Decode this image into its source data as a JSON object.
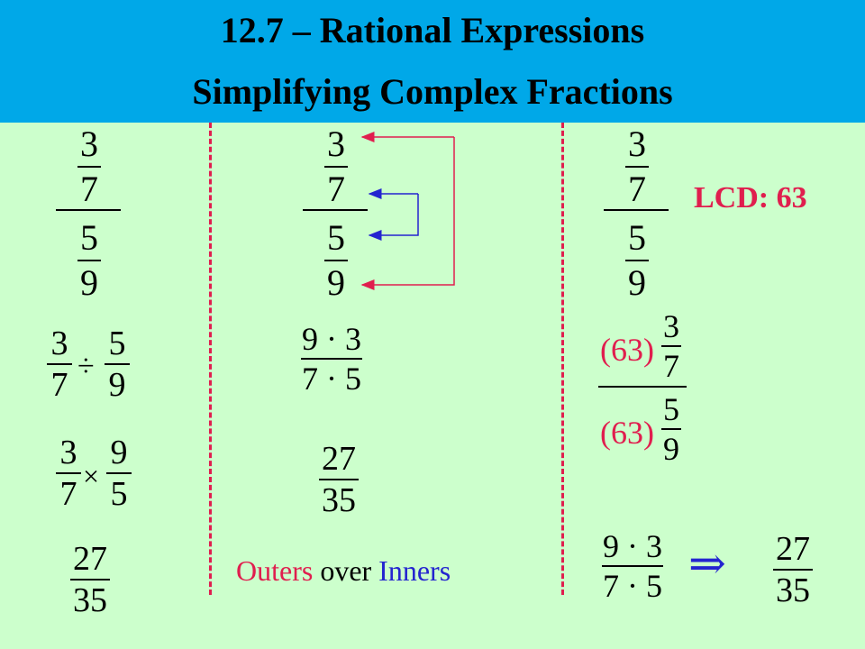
{
  "header": {
    "title_line1": "12.7 – Rational Expressions",
    "title_line2": "Simplifying Complex Fractions",
    "background": "#00a8e8"
  },
  "colors": {
    "background": "#ccffcc",
    "accent_red": "#e01e4e",
    "accent_blue": "#2424d0"
  },
  "left_column": {
    "complex_fraction": {
      "top_num": "3",
      "top_den": "7",
      "bot_num": "5",
      "bot_den": "9"
    },
    "division": {
      "a_num": "3",
      "a_den": "7",
      "op": "÷",
      "b_num": "5",
      "b_den": "9"
    },
    "multiplication": {
      "a_num": "3",
      "a_den": "7",
      "op": "×",
      "b_num": "9",
      "b_den": "5"
    },
    "result": {
      "num": "27",
      "den": "35"
    }
  },
  "middle_column": {
    "complex_fraction": {
      "top_num": "3",
      "top_den": "7",
      "bot_num": "5",
      "bot_den": "9"
    },
    "product": {
      "num": "9 · 3",
      "den": "7 · 5"
    },
    "result": {
      "num": "27",
      "den": "35"
    },
    "caption": {
      "outers": "Outers",
      "over": " over ",
      "inners": "Inners"
    }
  },
  "right_column": {
    "complex_fraction": {
      "top_num": "3",
      "top_den": "7",
      "bot_num": "5",
      "bot_den": "9"
    },
    "lcd_label": "LCD:",
    "lcd_value": "63",
    "multiplied": {
      "top_factor": "(63)",
      "top_num": "3",
      "top_den": "7",
      "bot_factor": "(63)",
      "bot_num": "5",
      "bot_den": "9"
    },
    "product": {
      "num": "9 · 3",
      "den": "7 · 5"
    },
    "arrow": "⇒",
    "result": {
      "num": "27",
      "den": "35"
    }
  }
}
